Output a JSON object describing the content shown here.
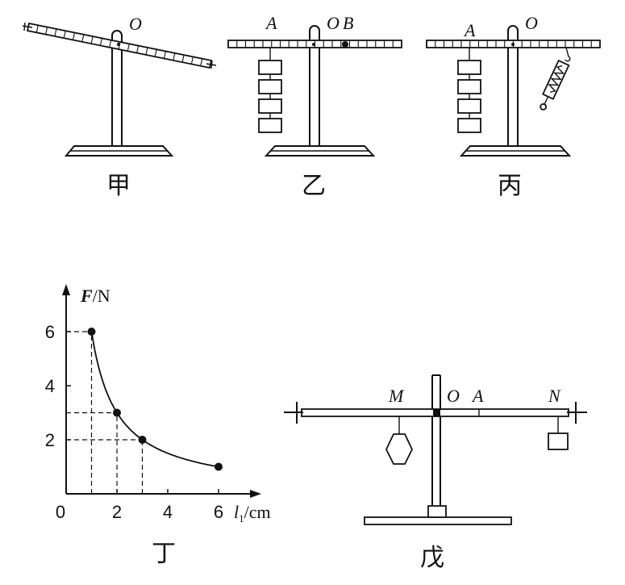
{
  "figures": {
    "jia": {
      "caption": "甲",
      "pivot_label": "O"
    },
    "yi": {
      "caption": "乙",
      "label_a": "A",
      "label_o": "O",
      "label_b": "B"
    },
    "bing": {
      "caption": "丙",
      "label_a": "A",
      "label_o": "O"
    },
    "ding": {
      "caption": "丁"
    },
    "wu": {
      "caption": "戊",
      "label_m": "M",
      "label_o": "O",
      "label_a": "A",
      "label_n": "N"
    }
  },
  "chart_data": {
    "type": "line",
    "title": "",
    "xlabel_var": "l",
    "xlabel_sub": "1",
    "xlabel_unit": "/cm",
    "ylabel_var": "F",
    "ylabel_unit": "/N",
    "origin_label": "0",
    "x_ticks": [
      "2",
      "4",
      "6"
    ],
    "y_ticks": [
      "2",
      "4",
      "6"
    ],
    "xlim": [
      0,
      7.2
    ],
    "ylim": [
      0,
      7.2
    ],
    "points": [
      {
        "x": 1,
        "y": 6
      },
      {
        "x": 2,
        "y": 3
      },
      {
        "x": 3,
        "y": 2
      },
      {
        "x": 6,
        "y": 1
      }
    ],
    "dashed_guides": [
      {
        "x": 1,
        "y": 6
      },
      {
        "x": 2,
        "y": 3
      },
      {
        "x": 3,
        "y": 2
      }
    ]
  }
}
